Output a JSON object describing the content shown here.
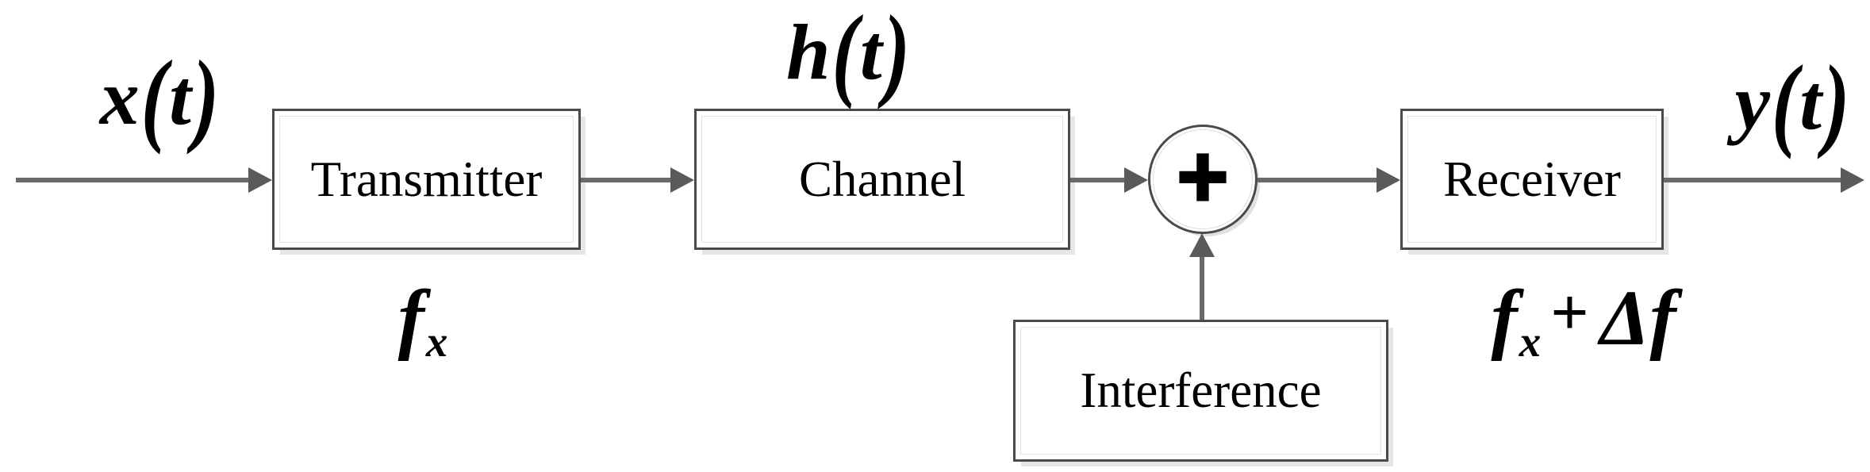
{
  "diagram": {
    "description": "Communication system block diagram",
    "blocks": {
      "transmitter": {
        "label": "Transmitter"
      },
      "channel": {
        "label": "Channel"
      },
      "receiver": {
        "label": "Receiver"
      },
      "interference": {
        "label": "Interference"
      }
    },
    "sum_junction": {
      "operator": "+"
    },
    "signals": {
      "input": {
        "var": "x",
        "open": "(",
        "arg": "t",
        "close": ")"
      },
      "impulse_response": {
        "var": "h",
        "open": "(",
        "arg": "t",
        "close": ")"
      },
      "output": {
        "var": "y",
        "open": "(",
        "arg": "t",
        "close": ")"
      }
    },
    "frequencies": {
      "transmitter": {
        "base": "f",
        "sub": "x"
      },
      "receiver": {
        "base": "f",
        "sub": "x",
        "operator": "+",
        "offset": "Δf"
      }
    },
    "colors": {
      "background": "#ffffff",
      "box_border": "#4a4a4a",
      "box_fill": "#ffffff",
      "box_shadow": "#e6e6e6",
      "arrow": "#6a6a6a",
      "text": "#000000"
    }
  }
}
